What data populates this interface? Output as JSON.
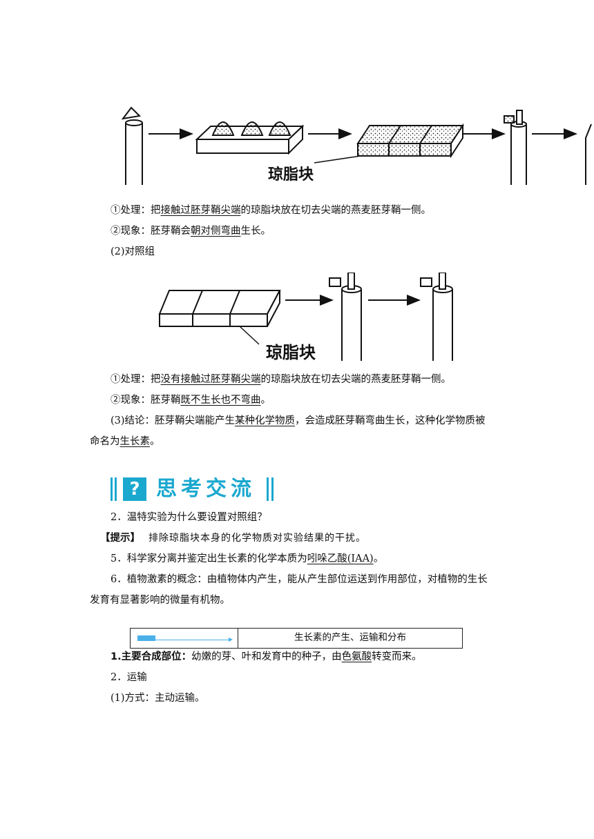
{
  "figure1": {
    "label": "琼脂块"
  },
  "exp": {
    "p1_prefix": "①处理：把",
    "p1_u": "接触过胚芽鞘尖端",
    "p1_suffix": "的琼脂块放在切去尖端的燕麦胚芽鞘一侧。",
    "p2_prefix": "②现象：胚芽鞘会",
    "p2_u": "朝对侧弯曲",
    "p2_suffix": "生长。",
    "control_title": "(2)对照组"
  },
  "figure2": {
    "label": "琼脂块"
  },
  "control": {
    "p1_prefix": "①处理：把",
    "p1_u": "没有接触过胚芽鞘尖端",
    "p1_suffix": "的琼脂块放在切去尖端的燕麦胚芽鞘一侧。",
    "p2_prefix": "②现象：胚芽鞘",
    "p2_u": "既不生长也不弯曲",
    "p2_suffix": "。"
  },
  "conclusion": {
    "prefix": "(3)结论：胚芽鞘尖端能产生",
    "u1": "某种化学物质",
    "mid": "，会造成胚芽鞘弯曲生长，这种化学物质被",
    "line2_prefix": "命名为",
    "u2": "生长素",
    "line2_suffix": "。"
  },
  "banner": {
    "icon": "?",
    "title": "思考交流"
  },
  "qa": {
    "q2": "2．温特实验为什么要设置对照组？",
    "hint_label": "【提示】",
    "hint_text": "排除琼脂块本身的化学物质对实验结果的干扰。",
    "q5_prefix": "5．科学家分离并鉴定出生长素的化学本质为",
    "q5_u": "吲哚乙酸(IAA)",
    "q5_suffix": "。",
    "q6_line1": "6．植物激素的概念：由植物体内产生，能从产生部位运送到作用部位，对植物的生长",
    "q6_line2": "发育有显著影响的微量有机物。"
  },
  "section": {
    "title": "生长素的产生、运输和分布"
  },
  "synth": {
    "label": "1.主要合成部位：",
    "text_prefix": "幼嫩的芽、叶和发育中的种子，由",
    "u": "色氨酸",
    "text_suffix": "转变而来。"
  },
  "transport": {
    "title": "2．运输",
    "method": "(1)方式：主动运输。"
  }
}
